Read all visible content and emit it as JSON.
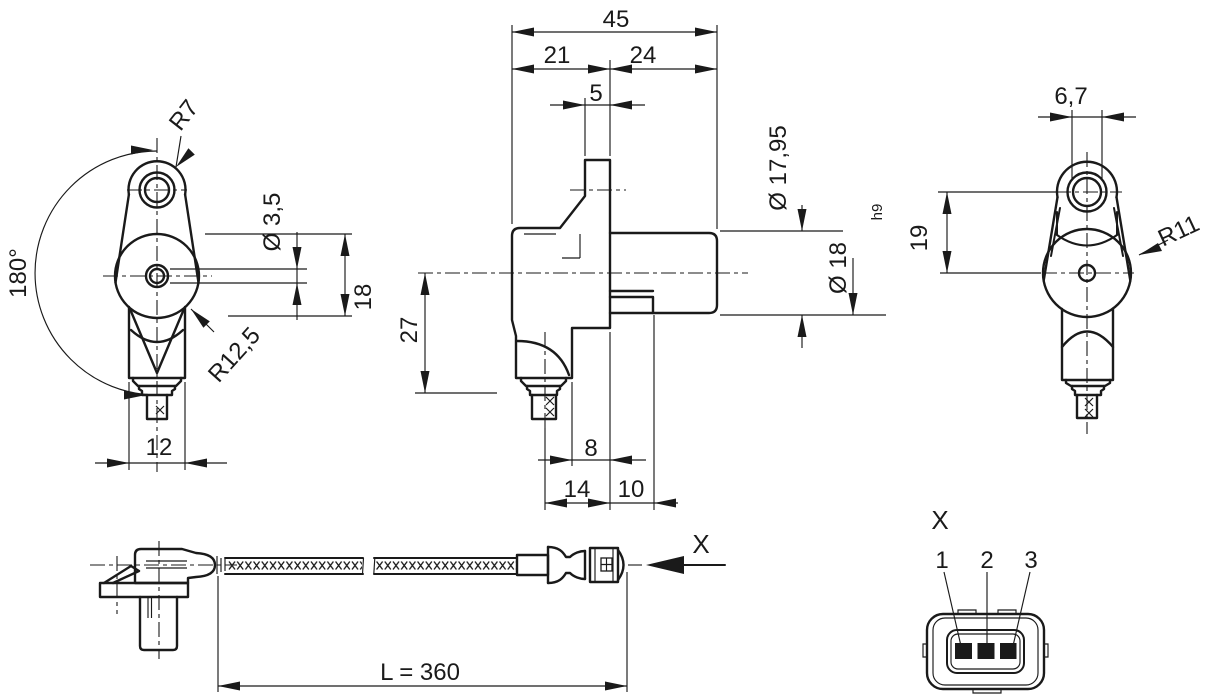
{
  "colors": {
    "ink": "#1a1a1a",
    "paper": "#ffffff"
  },
  "front_view": {
    "fillet_label": "R7",
    "sweep_label": "180°",
    "hole_label": "Ø 3,5",
    "height_label": "18",
    "radius_label": "R12,5",
    "width_label": "12"
  },
  "side_view": {
    "overall_width": "45",
    "width_left": "21",
    "width_right": "24",
    "ear_thickness": "5",
    "snout_dia": "Ø 17,95",
    "snout_dia_nominal": "Ø 18",
    "snout_tolerance": "h9",
    "depth": "27",
    "dim8": "8",
    "dim14": "14",
    "dim10": "10"
  },
  "back_view": {
    "slot_width": "6,7",
    "hole_centers": "19",
    "radius_label": "R11"
  },
  "cable_view": {
    "direction_label": "X",
    "length_label": "L = 360"
  },
  "connector_detail": {
    "title": "X",
    "pin_labels": [
      "1",
      "2",
      "3"
    ]
  }
}
